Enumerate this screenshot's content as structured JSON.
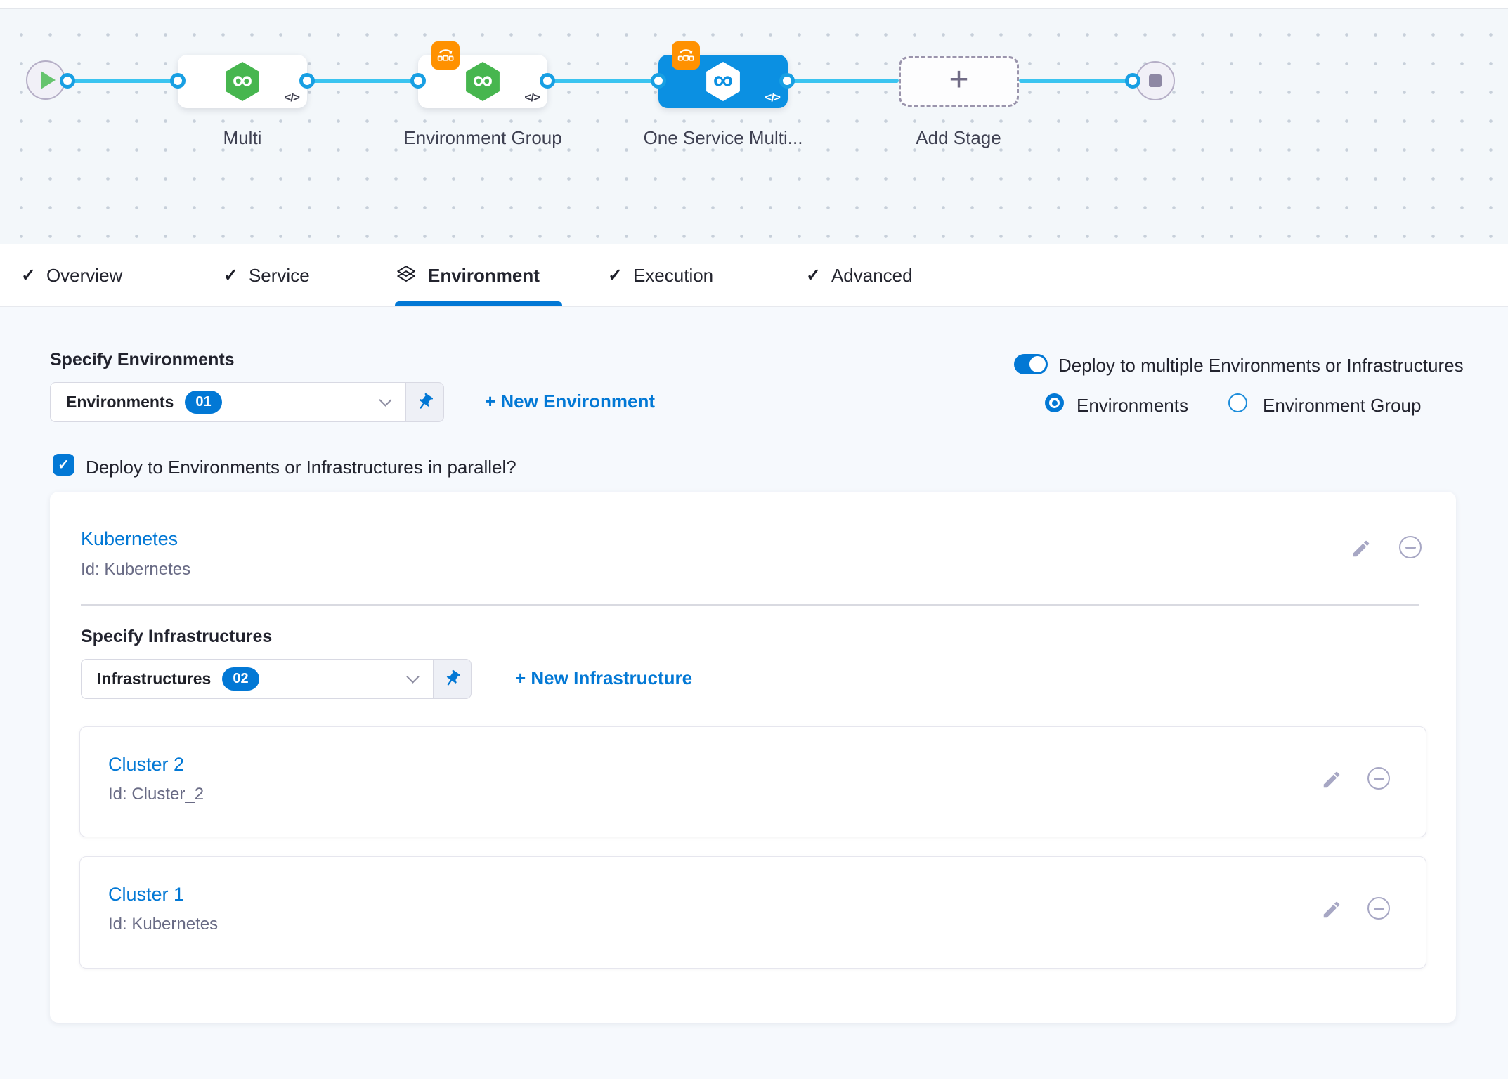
{
  "icons": {
    "check": "✓",
    "code": "</>",
    "infinity": "∞",
    "plus": "+"
  },
  "pipeline": {
    "nodes": {
      "multi": {
        "label": "Multi"
      },
      "environment_group": {
        "label": "Environment Group"
      },
      "one_service": {
        "label": "One Service Multi..."
      }
    },
    "add_stage": {
      "label": "Add Stage"
    }
  },
  "tabs": {
    "items": [
      {
        "label": "Overview"
      },
      {
        "label": "Service"
      },
      {
        "label": "Environment"
      },
      {
        "label": "Execution"
      },
      {
        "label": "Advanced"
      }
    ],
    "active": "Environment"
  },
  "environment_section": {
    "heading": "Specify Environments",
    "dropdown": {
      "label": "Environments",
      "count": "01"
    },
    "new_link": "+ New Environment",
    "toggle_label": "Deploy to multiple Environments or Infrastructures",
    "radio_environments": "Environments",
    "radio_environment_group": "Environment Group",
    "parallel_checkbox_label": "Deploy to Environments or Infrastructures in parallel?"
  },
  "environment_card": {
    "name": "Kubernetes",
    "id": "Id: Kubernetes",
    "infrastructure": {
      "heading": "Specify Infrastructures",
      "dropdown": {
        "label": "Infrastructures",
        "count": "02"
      },
      "new_link": "+ New Infrastructure",
      "clusters": [
        {
          "name": "Cluster 2",
          "id": "Id: Cluster_2"
        },
        {
          "name": "Cluster 1",
          "id": "Id: Kubernetes"
        }
      ]
    }
  },
  "colors": {
    "accent": "#0278d5",
    "connector": "#3ac4f0",
    "selected_node": "#0b90e2",
    "service_green": "#47b64f",
    "rolling_badge_orange": "#ff9100"
  }
}
